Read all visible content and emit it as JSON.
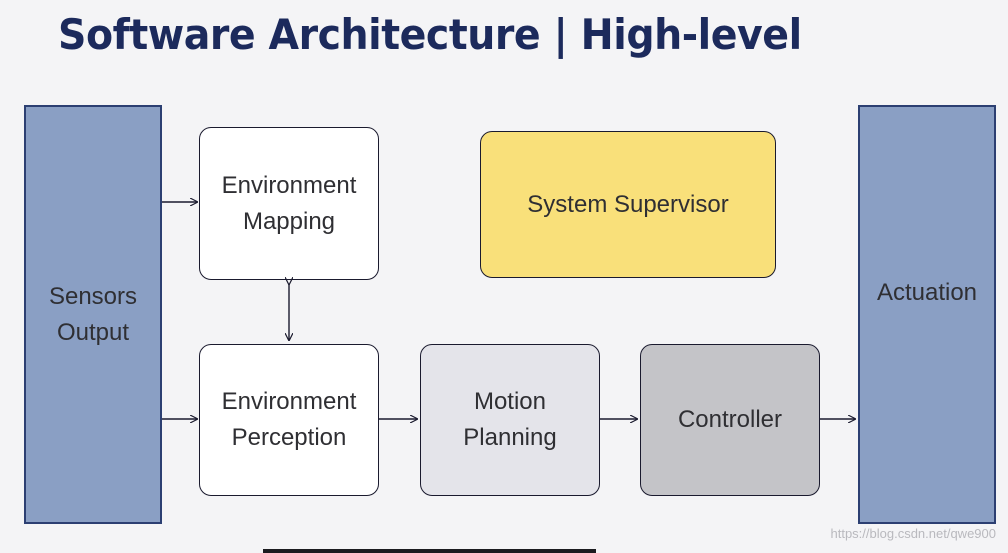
{
  "title": "Software Architecture | High-level",
  "nodes": {
    "sensors": {
      "label": "Sensors\nOutput",
      "color": "#8a9fc4"
    },
    "mapping": {
      "label": "Environment\nMapping",
      "color": "#ffffff"
    },
    "perception": {
      "label": "Environment\nPerception",
      "color": "#ffffff"
    },
    "supervisor": {
      "label": "System Supervisor",
      "color": "#f9e07a"
    },
    "motion": {
      "label": "Motion\nPlanning",
      "color": "#e4e4ea"
    },
    "controller": {
      "label": "Controller",
      "color": "#c4c4c8"
    },
    "actuation": {
      "label": "Actuation",
      "color": "#8a9fc4"
    }
  },
  "edges": [
    {
      "from": "sensors",
      "to": "mapping"
    },
    {
      "from": "sensors",
      "to": "perception"
    },
    {
      "from": "mapping",
      "to": "perception",
      "bidirectional": true
    },
    {
      "from": "perception",
      "to": "motion"
    },
    {
      "from": "motion",
      "to": "controller"
    },
    {
      "from": "controller",
      "to": "actuation"
    }
  ],
  "watermark": "https://blog.csdn.net/qwe900"
}
